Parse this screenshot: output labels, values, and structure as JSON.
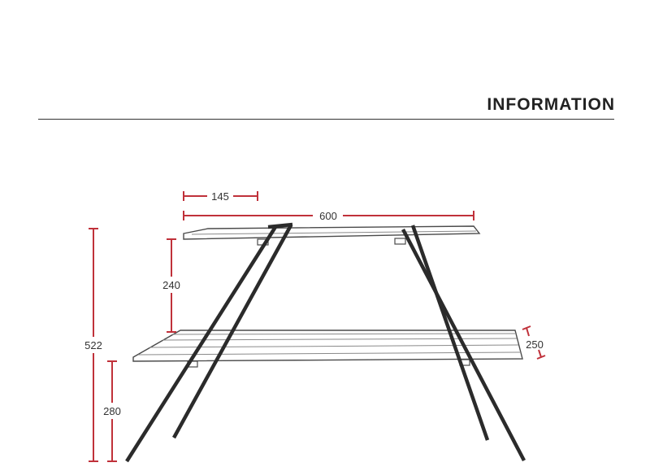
{
  "header": {
    "title": "INFORMATION"
  },
  "diagram": {
    "product": "two-tier folding shelf rack",
    "dimensions": {
      "slat_width": "145",
      "total_width": "600",
      "shelf_gap": "240",
      "total_height": "522",
      "shelf_depth": "250",
      "lower_shelf_height": "280"
    },
    "colors": {
      "dimension_lines": "#c0313a",
      "frame": "#2b2b2b",
      "title_rule": "#333333"
    }
  }
}
